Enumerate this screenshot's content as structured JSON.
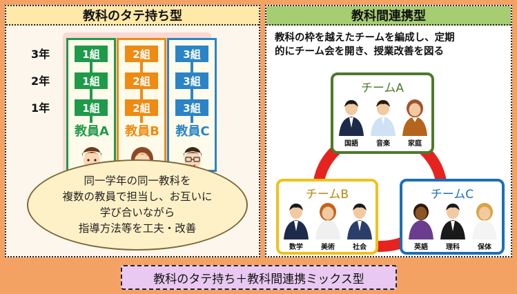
{
  "left": {
    "title": "教科のタテ持ち型",
    "grades": [
      "3年",
      "2年",
      "1年"
    ],
    "teachers": [
      {
        "name": "教員A",
        "color": "#1f9a4a",
        "classes": [
          "1組",
          "1組",
          "1組"
        ]
      },
      {
        "name": "教員B",
        "color": "#ef8a12",
        "classes": [
          "2組",
          "2組",
          "2組"
        ]
      },
      {
        "name": "教員C",
        "color": "#2a84c6",
        "classes": [
          "3組",
          "3組",
          "3組"
        ]
      }
    ],
    "note_lines": [
      "同一学年の同一教科を",
      "複数の教員で担当し、お互いに",
      "学び合いながら",
      "指導方法等を工夫・改善"
    ]
  },
  "right": {
    "title": "教科間連携型",
    "desc_lines": [
      "教科の枠を越えたチームを編成し、定期",
      "的にチーム会を開き、授業改善を図る"
    ],
    "teams": [
      {
        "name": "チームA",
        "color": "#4c7a2a",
        "subjects": [
          "国語",
          "音楽",
          "家庭"
        ]
      },
      {
        "name": "チームB",
        "color": "#f0c11a",
        "subjects": [
          "数学",
          "美術",
          "社会"
        ]
      },
      {
        "name": "チームC",
        "color": "#1b6fb8",
        "subjects": [
          "英語",
          "理科",
          "保体"
        ]
      }
    ],
    "ring_color": "#e6231f"
  },
  "banner": "教科のタテ持ち＋教科間連携ミックス型"
}
